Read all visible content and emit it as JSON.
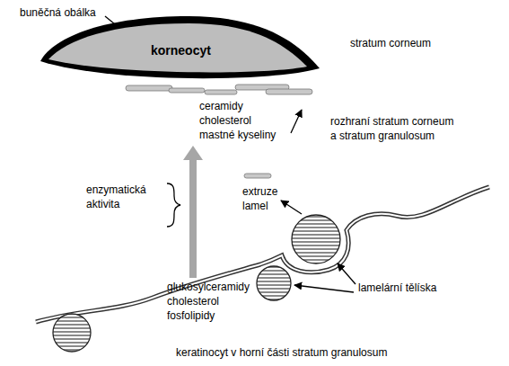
{
  "diagram": {
    "nodes": [
      {
        "text": [
          "korneocyt"
        ]
      }
    ],
    "labels": [
      "buněčná obálka",
      "stratum corneum",
      "ceramidy cholesterol mastné kyseliny",
      "rozhraní stratum corneum a stratum granulosum",
      "enzymatická aktivita",
      "extruze lamel",
      "glukosylceramidy cholesterol fosfolipidy",
      "lamelární tělíska",
      "keratinocyt v horní části stratum granulosum"
    ]
  }
}
